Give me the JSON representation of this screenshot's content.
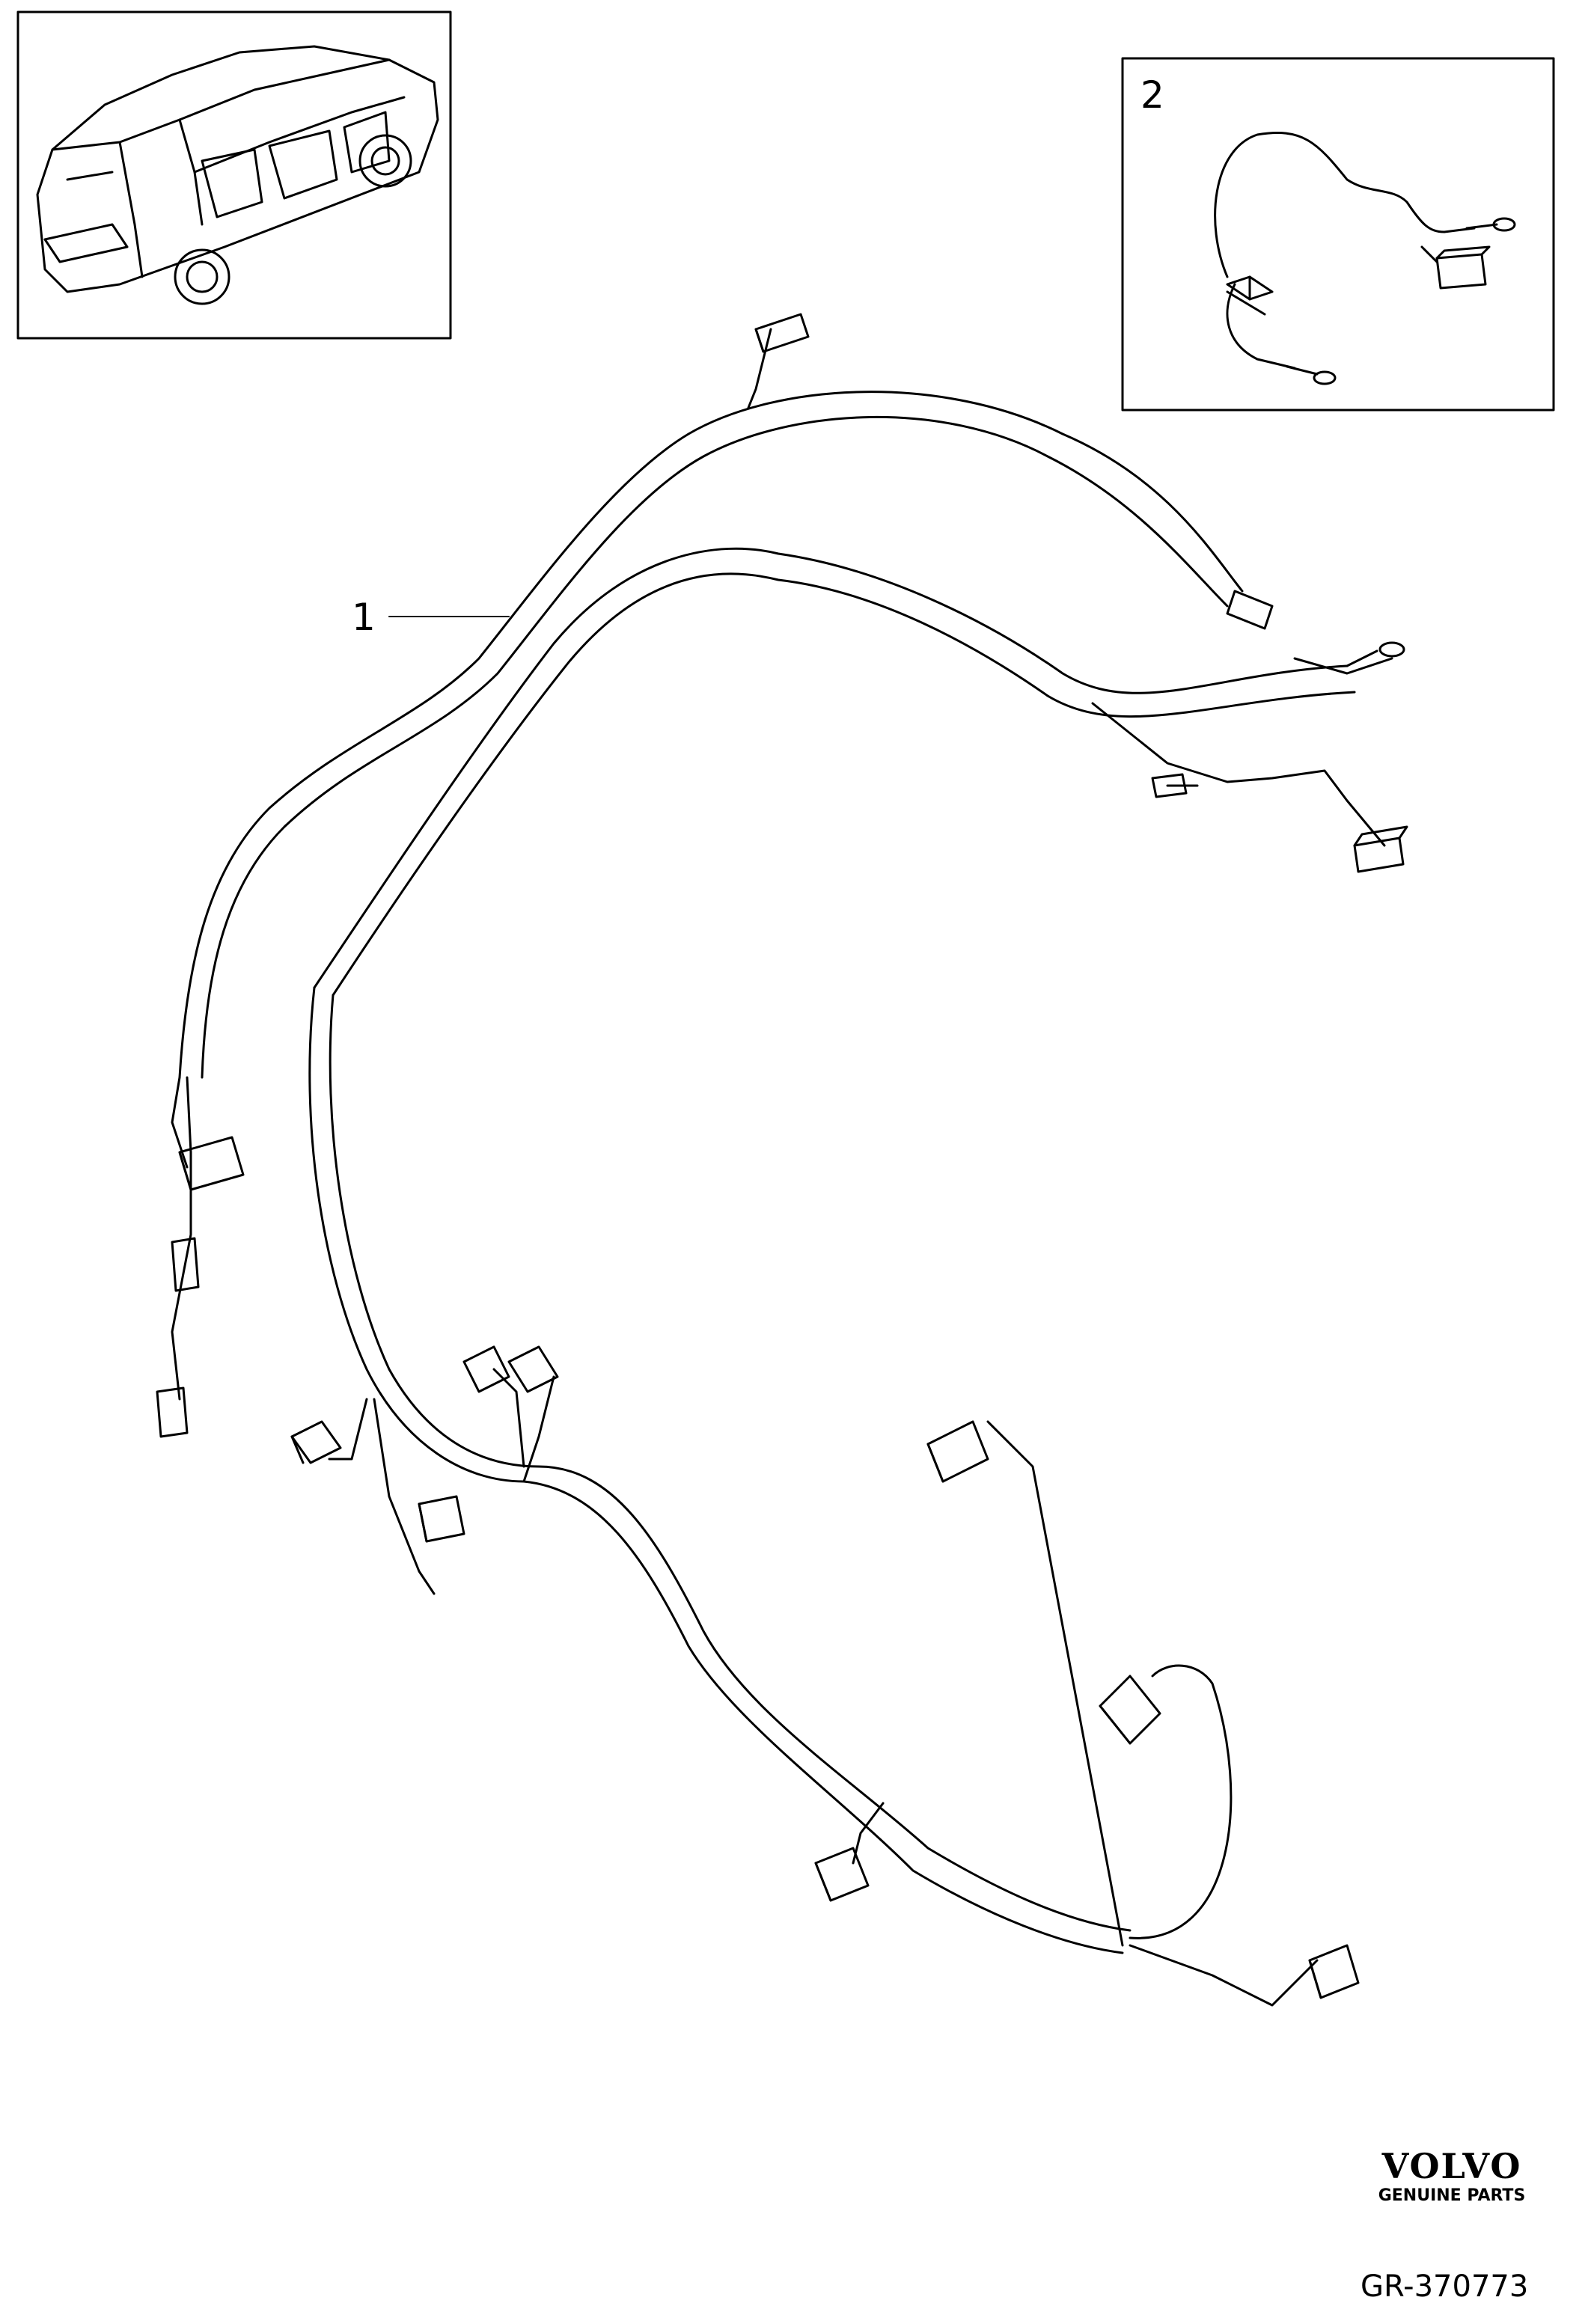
{
  "callouts": {
    "item_1": "1",
    "item_2": "2"
  },
  "brand": {
    "name": "VOLVO",
    "tagline": "GENUINE PARTS"
  },
  "reference": "GR-370773",
  "icons": [
    "car-overview-icon",
    "wire-harness-icon",
    "connector-icon",
    "ring-terminal-icon"
  ]
}
